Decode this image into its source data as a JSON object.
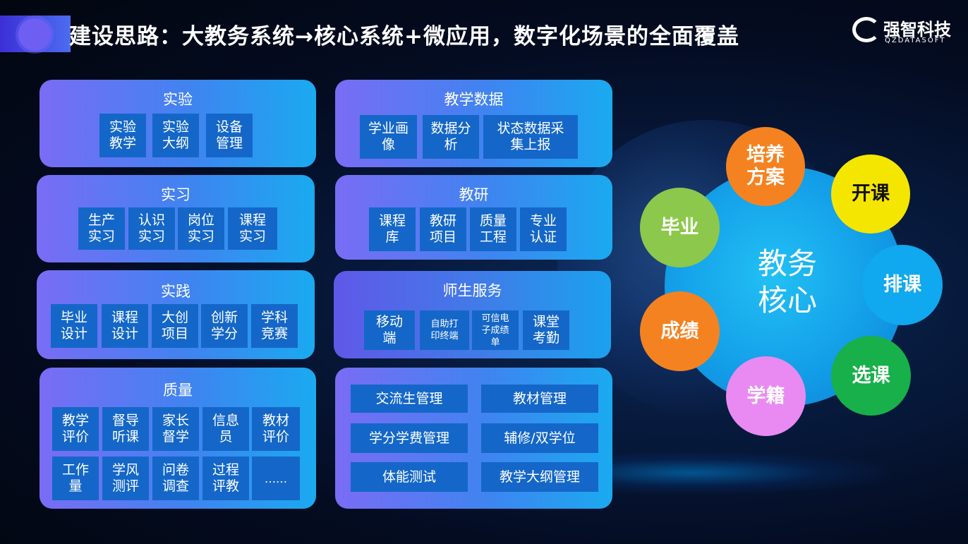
{
  "header": {
    "title": "建设思路：大教务系统→核心系统+微应用，数字化场景的全面覆盖",
    "logo_name": "强智科技",
    "logo_sub": "QZDATASOFT"
  },
  "panels": {
    "experiment": {
      "title": "实验",
      "items": [
        "实验\n教学",
        "实验\n大纲",
        "设备\n管理"
      ]
    },
    "internship": {
      "title": "实习",
      "items": [
        "生产\n实习",
        "认识\n实习",
        "岗位\n实习",
        "课程\n实习"
      ]
    },
    "practice": {
      "title": "实践",
      "items": [
        "毕业\n设计",
        "课程\n设计",
        "大创\n项目",
        "创新\n学分",
        "学科\n竞赛"
      ]
    },
    "quality": {
      "title": "质量",
      "items": [
        "教学\n评价",
        "督导\n听课",
        "家长\n督学",
        "信息\n员",
        "教材\n评价",
        "工作\n量",
        "学风\n测评",
        "问卷\n调查",
        "过程\n评教",
        "……"
      ]
    },
    "teaching_data": {
      "title": "教学数据",
      "items": [
        "学业画\n像",
        "数据分\n析",
        "状态数据采\n集上报"
      ]
    },
    "research": {
      "title": "教研",
      "items": [
        "课程\n库",
        "教研\n项目",
        "质量\n工程",
        "专业\n认证"
      ]
    },
    "service": {
      "title": "师生服务",
      "items": [
        "移动\n端",
        "自助打\n印终端",
        "可信电\n子成绩\n单",
        "课堂\n考勤"
      ]
    },
    "misc": {
      "items": [
        "交流生管理",
        "教材管理",
        "学分学费管理",
        "辅修/双学位",
        "体能测试",
        "教学大纲管理"
      ]
    }
  },
  "core": {
    "label": "教务\n核心",
    "nodes": [
      {
        "label": "培养\n方案",
        "color": "#f58220"
      },
      {
        "label": "开课",
        "color": "#f5e600"
      },
      {
        "label": "排课",
        "color": "#10a8ee"
      },
      {
        "label": "选课",
        "color": "#18b04a"
      },
      {
        "label": "学籍",
        "color": "#e98af2"
      },
      {
        "label": "成绩",
        "color": "#f58220"
      },
      {
        "label": "毕业",
        "color": "#8cc84b"
      }
    ]
  }
}
